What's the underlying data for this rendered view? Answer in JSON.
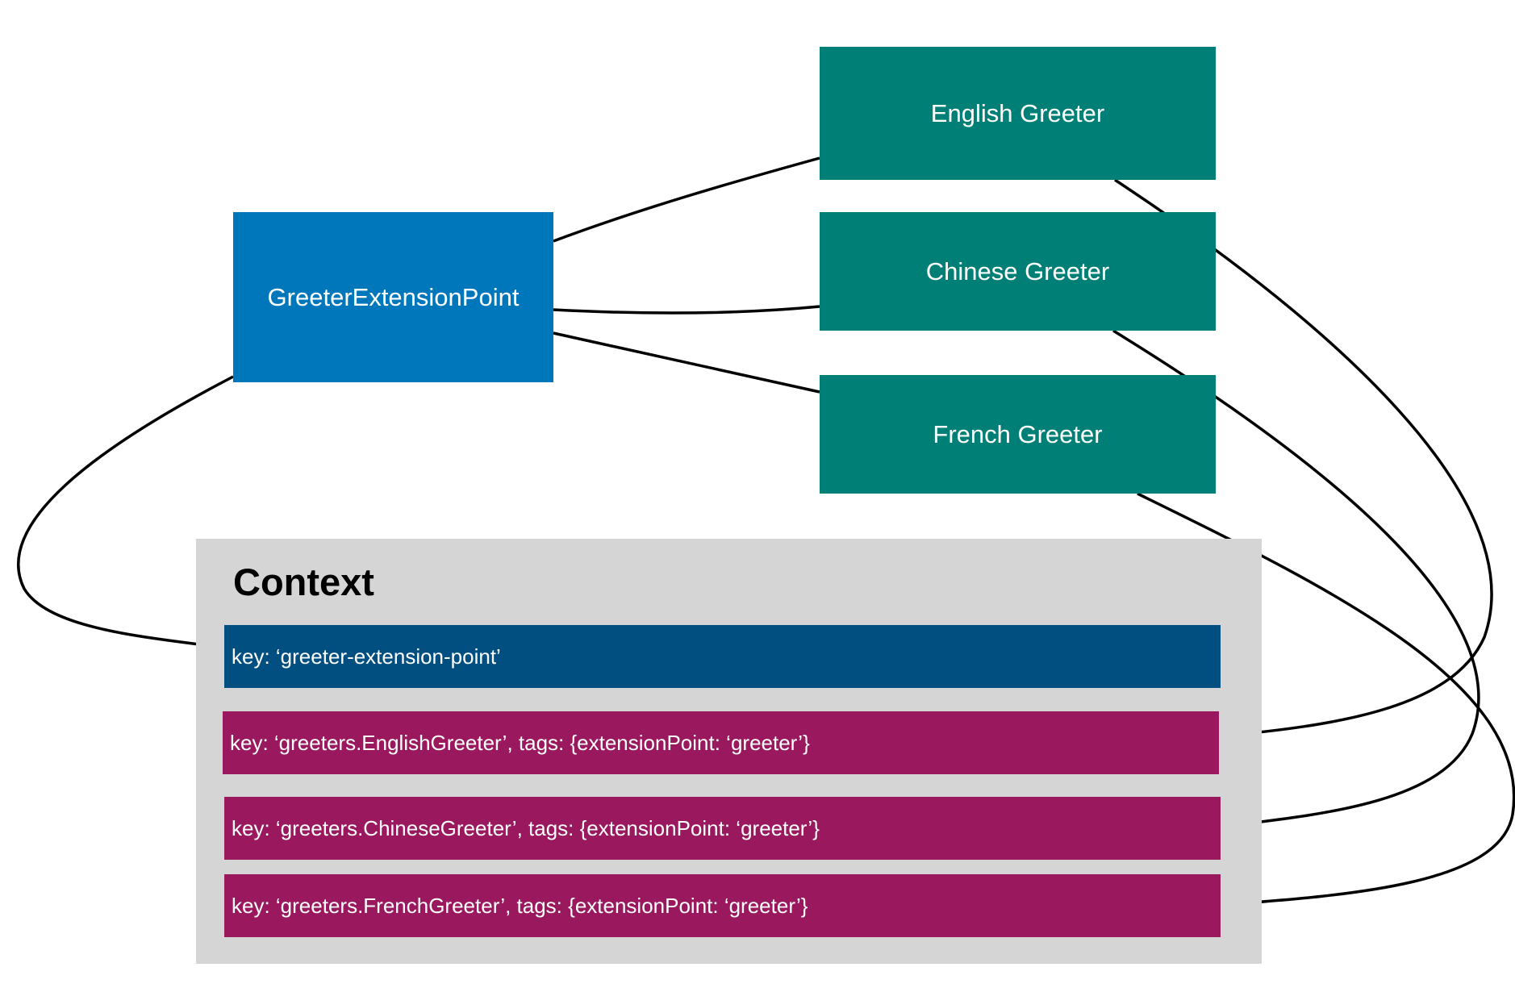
{
  "extension_point": {
    "label": "GreeterExtensionPoint",
    "color": "#0077bb"
  },
  "greeters": {
    "english": {
      "label": "English Greeter"
    },
    "chinese": {
      "label": "Chinese Greeter"
    },
    "french": {
      "label": "French Greeter"
    },
    "color": "#007f77"
  },
  "context": {
    "title": "Context",
    "panel_color": "#d5d5d5",
    "bindings": {
      "extension_point": {
        "label": "key: ‘greeter-extension-point’",
        "color": "#004f80"
      },
      "english": {
        "label": "key: ‘greeters.EnglishGreeter’, tags: {extensionPoint: ‘greeter’}",
        "color": "#99185e"
      },
      "chinese": {
        "label": "key: ‘greeters.ChineseGreeter’, tags: {extensionPoint: ‘greeter’}",
        "color": "#99185e"
      },
      "french": {
        "label": "key: ‘greeters.FrenchGreeter’, tags: {extensionPoint: ‘greeter’}",
        "color": "#99185e"
      }
    }
  }
}
